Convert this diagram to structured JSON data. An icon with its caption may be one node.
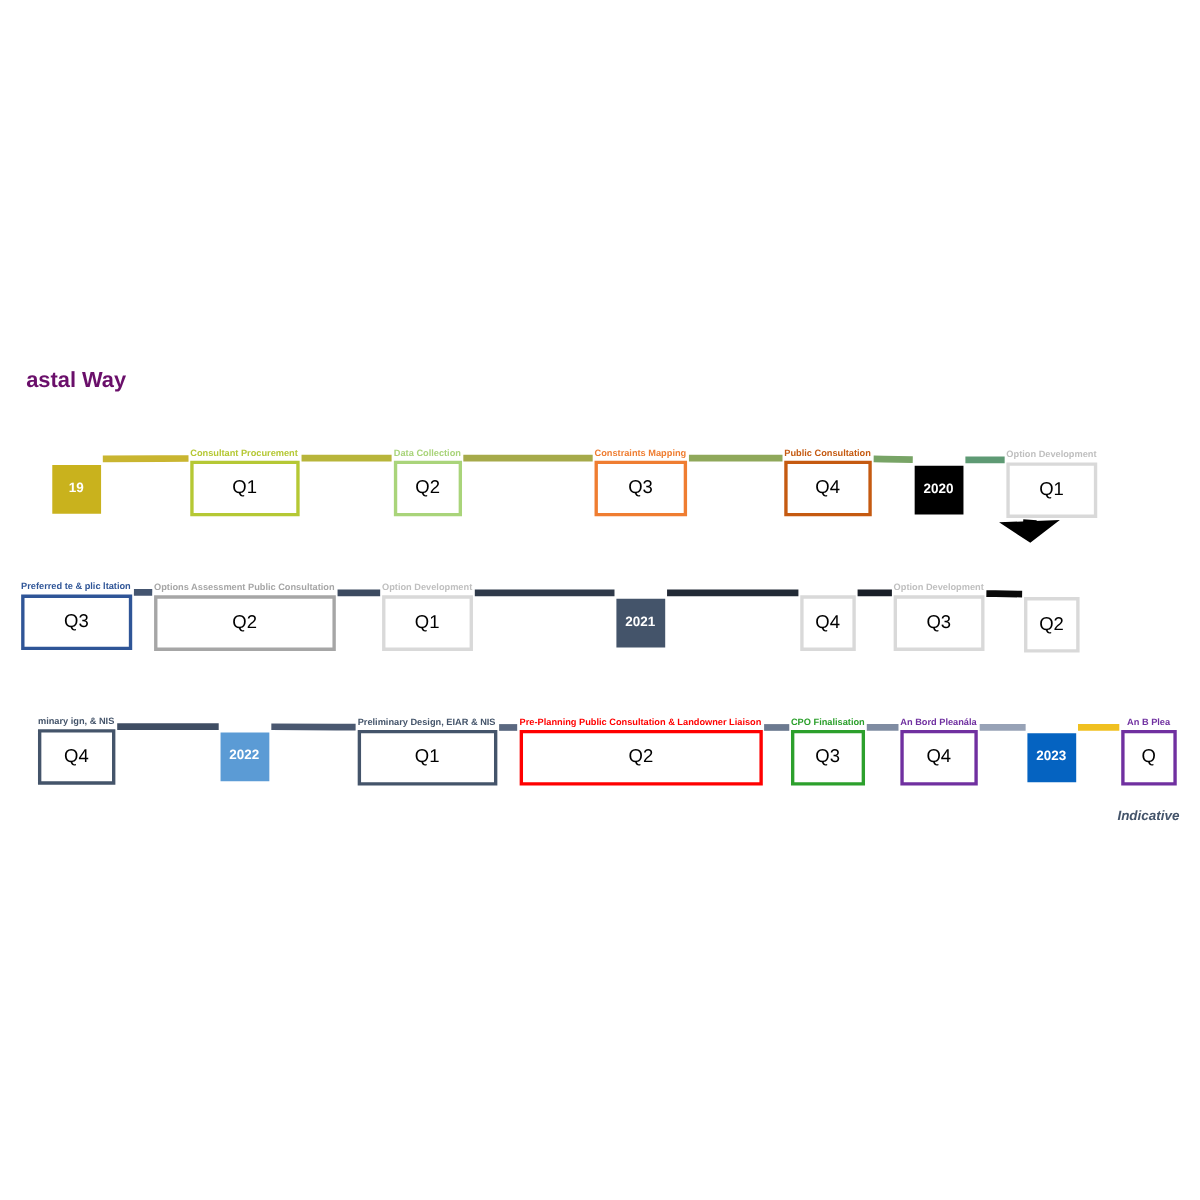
{
  "diagram": {
    "title": "astal Way",
    "nodes": [
      {
        "text": [
          "19"
        ]
      },
      {
        "text": [
          "Q1"
        ],
        "beside": [
          "Consultant Procurement"
        ]
      },
      {
        "text": [
          "Q2"
        ],
        "beside": [
          "Data Collection"
        ]
      },
      {
        "text": [
          "Q3"
        ],
        "beside": [
          "Constraints Mapping"
        ]
      },
      {
        "text": [
          "Q4"
        ],
        "beside": [
          "Public Consultation"
        ]
      },
      {
        "text": [
          "2020"
        ]
      },
      {
        "text": [
          "Q1"
        ],
        "beside": [
          "Option Development"
        ]
      },
      {
        "text": [
          "Q2"
        ]
      },
      {
        "text": [
          "Q3"
        ],
        "beside": [
          "Option Development"
        ]
      },
      {
        "text": [
          "Q4"
        ]
      },
      {
        "text": [
          "2021"
        ]
      },
      {
        "text": [
          "Q1"
        ],
        "beside": [
          "Option Development"
        ]
      },
      {
        "text": [
          "Q2"
        ],
        "beside": [
          "Options Assessment Public Consultation"
        ]
      },
      {
        "text": [
          "Q3"
        ],
        "beside": [
          "Preferred te & plic ltation"
        ]
      },
      {
        "text": [
          "Q4"
        ],
        "beside": [
          "minary ign, & NIS"
        ]
      },
      {
        "text": [
          "2022"
        ]
      },
      {
        "text": [
          "Q1"
        ],
        "beside": [
          "Preliminary Design, EIAR & NIS"
        ]
      },
      {
        "text": [
          "Q2"
        ],
        "beside": [
          "Pre-Planning Public Consultation & Landowner Liaison"
        ]
      },
      {
        "text": [
          "Q3"
        ],
        "beside": [
          "CPO Finalisation"
        ]
      },
      {
        "text": [
          "Q4"
        ],
        "beside": [
          "An Bord Pleanála"
        ]
      },
      {
        "text": [
          "2023"
        ]
      },
      {
        "text": [
          "Q"
        ],
        "beside": [
          "An B Plea"
        ]
      }
    ],
    "edges": [
      {
        "from": 0,
        "to": 1,
        "arrow": "none",
        "color": "#c9b530"
      },
      {
        "from": 1,
        "to": 2,
        "arrow": "none",
        "color": "#b8b53a"
      },
      {
        "from": 2,
        "to": 3,
        "arrow": "none",
        "color": "#a6aa4a"
      },
      {
        "from": 3,
        "to": 4,
        "arrow": "none",
        "color": "#8fa85a"
      },
      {
        "from": 4,
        "to": 5,
        "arrow": "none",
        "color": "#78a466"
      },
      {
        "from": 5,
        "to": 6,
        "arrow": "none",
        "color": "#5e9a74"
      },
      {
        "from": 6,
        "to": 7,
        "arrow": "to",
        "style": "thick",
        "color": "#000000"
      },
      {
        "from": 7,
        "to": 8,
        "arrow": "none",
        "color": "#0a0a0a"
      },
      {
        "from": 8,
        "to": 9,
        "arrow": "none",
        "color": "#1a1f28"
      },
      {
        "from": 9,
        "to": 10,
        "arrow": "none",
        "color": "#222a36"
      },
      {
        "from": 10,
        "to": 11,
        "arrow": "none",
        "color": "#2f3a4a"
      },
      {
        "from": 11,
        "to": 12,
        "arrow": "none",
        "color": "#3c4a60"
      },
      {
        "from": 12,
        "to": 13,
        "arrow": "none",
        "color": "#445570"
      },
      {
        "from": 14,
        "to": 15,
        "arrow": "none",
        "color": "#3f4d63"
      },
      {
        "from": 15,
        "to": 16,
        "arrow": "none",
        "color": "#4a5870"
      },
      {
        "from": 16,
        "to": 17,
        "arrow": "none",
        "color": "#5a6880"
      },
      {
        "from": 17,
        "to": 18,
        "arrow": "none",
        "color": "#6c7a90"
      },
      {
        "from": 18,
        "to": 19,
        "arrow": "none",
        "color": "#7f8ca2"
      },
      {
        "from": 19,
        "to": 20,
        "arrow": "none",
        "color": "#97a2b6"
      },
      {
        "from": 20,
        "to": 21,
        "arrow": "none",
        "color": "#f0c020"
      }
    ],
    "labels": [
      "Indicative"
    ]
  }
}
